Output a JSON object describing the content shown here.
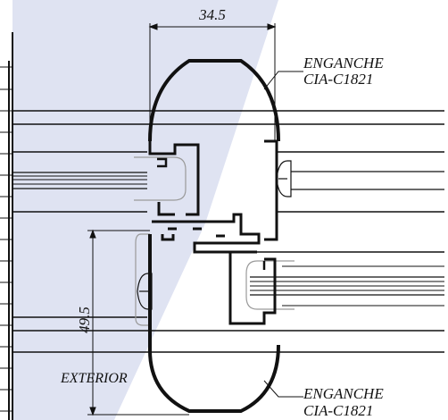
{
  "dimensions": {
    "width_value": "34.5",
    "height_value": "49.5"
  },
  "labels": {
    "top_callout_line1": "ENGANCHE",
    "top_callout_line2": "CIA-C1821",
    "bottom_callout_line1": "ENGANCHE",
    "bottom_callout_line2": "CIA-C1821",
    "side": "EXTERIOR"
  },
  "colors": {
    "line": "#111111",
    "glass_shade": "#dfe3f2",
    "gasket": "#9a9a9a",
    "background": "#ffffff"
  }
}
